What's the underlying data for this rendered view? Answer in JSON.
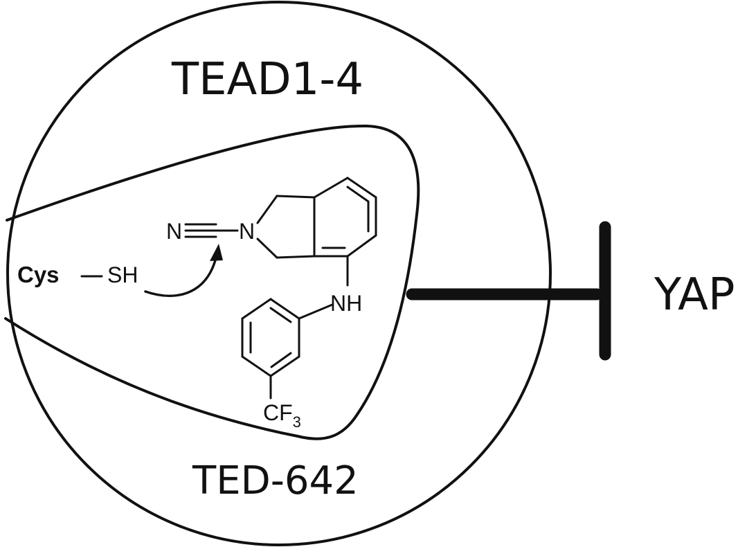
{
  "labels": {
    "outer": "TEAD1-4",
    "inner": "TED-642",
    "target": "YAP",
    "cys": "Cys",
    "sh": "SH",
    "n_nitrile": "N",
    "n_ring": "N",
    "nh": "NH",
    "cf": "CF",
    "cf_sub": "3"
  },
  "colors": {
    "ink": "#111111",
    "background": "#ffffff"
  },
  "icons": {
    "inhibition": "t-bar-inhibition-icon",
    "attack": "curved-arrow-icon"
  }
}
